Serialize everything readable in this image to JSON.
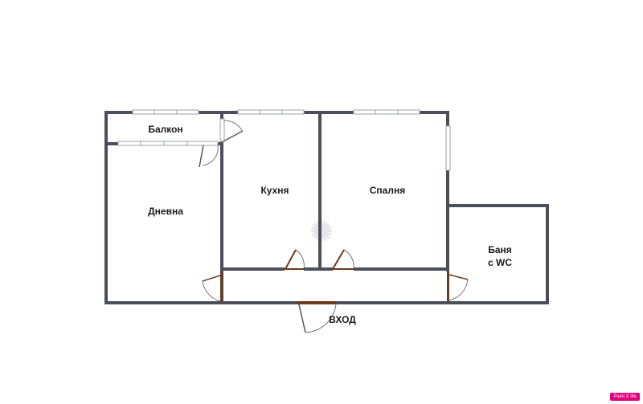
{
  "rooms": {
    "balcony": "Балкон",
    "living": "Дневна",
    "kitchen": "Кухня",
    "bedroom": "Спалня",
    "bath_line1": "Баня",
    "bath_line2": "с WC",
    "entrance": "ВХОД"
  },
  "badge": "Paint X lite",
  "colors": {
    "wall": "#4a4f5a",
    "door": "#6b3a1f",
    "badge": "#e4007c"
  }
}
